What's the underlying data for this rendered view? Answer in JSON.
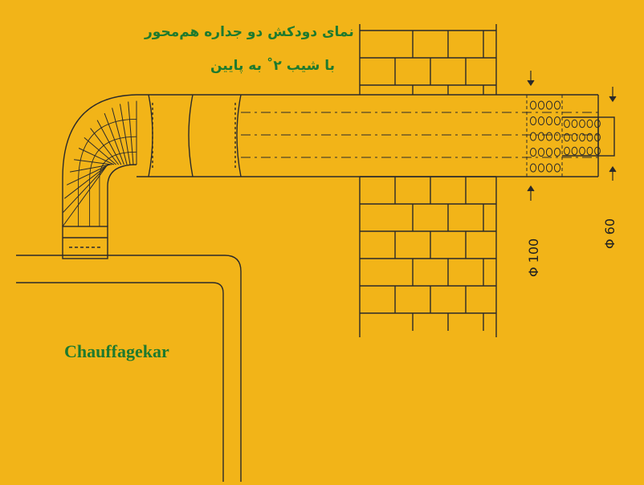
{
  "title": {
    "line1": "نمای دودکش دو جداره هم‌محور",
    "line2": "با شیب ۲˚ به پایین"
  },
  "brand": "Chauffagekar",
  "dimensions": {
    "outer": "Φ 100",
    "inner": "Φ 60"
  },
  "colors": {
    "background": "#F2B418",
    "line": "#2A2A2A",
    "text_green": "#1E7A2E"
  }
}
